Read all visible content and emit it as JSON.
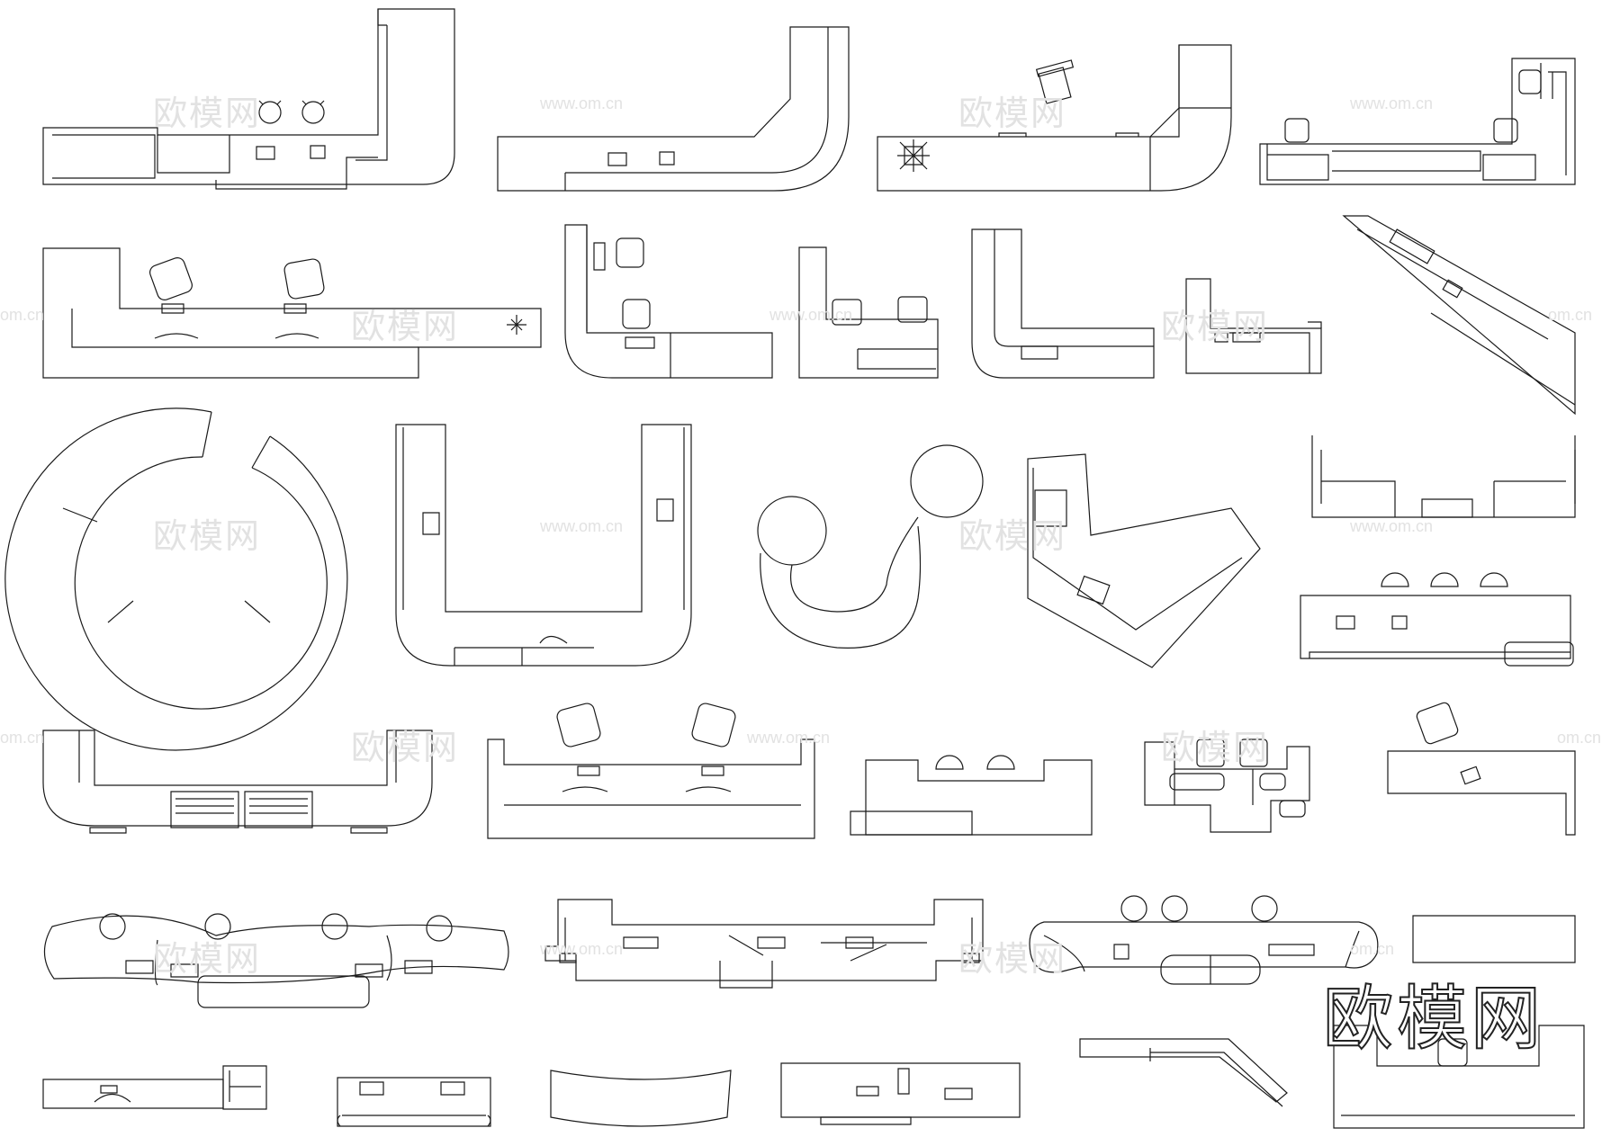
{
  "watermark": {
    "cn": "欧模网",
    "url": "www.om.cn",
    "url_short": "om.cn",
    "url_tail": "cn"
  },
  "brand_logo": "欧模网",
  "colors": {
    "stroke": "#1a1a1a",
    "watermark": "#e2e2e2",
    "background": "#ffffff"
  },
  "icons": [
    "office-chair-icon",
    "monitor-icon",
    "keyboard-icon",
    "telephone-icon",
    "plant-icon",
    "lamp-icon",
    "stool-icon"
  ]
}
